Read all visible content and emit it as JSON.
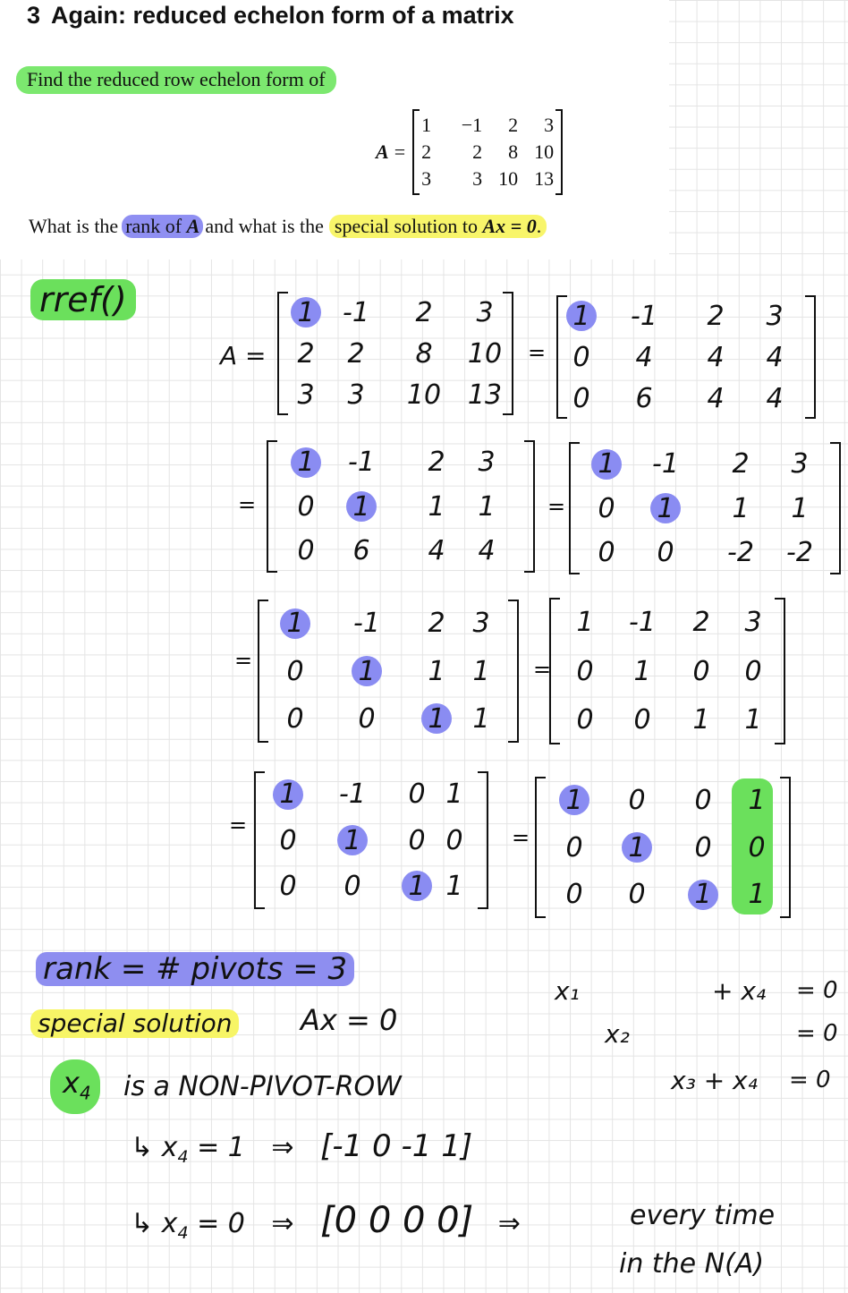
{
  "heading": {
    "number": "3",
    "title": "Again: reduced echelon form of a matrix"
  },
  "prompt": "Find the reduced row echelon form of",
  "printed_matrix": {
    "name": "A",
    "equals": "=",
    "rows": [
      [
        "1",
        "−1",
        "2",
        "3"
      ],
      [
        "2",
        "2",
        "8",
        "10"
      ],
      [
        "3",
        "3",
        "10",
        "13"
      ]
    ]
  },
  "question": {
    "part1": "What is the",
    "rank_prefix": "rank of ",
    "rank_var": "A",
    "part2": "and what is the",
    "special_prefix": "special solution to ",
    "special_eq": "Ax = 0",
    "end": "."
  },
  "notes": {
    "rref_label": "rref()",
    "a_eq": "A =",
    "eq": "=",
    "rank_line": "rank = # pivots = 3",
    "special_solution": "special solution",
    "ax_eq_0": "Ax = 0",
    "x4": "x",
    "x4_sub": "4",
    "nonpivot": "is a NON-PIVOT-ROW",
    "case1_arrow": "↳ x",
    "case1_sub": "4",
    "case1_val": "= 1",
    "case1_implies": "⇒",
    "case1_vec": "[-1 0 -1 1]",
    "case2_arrow": "↳ x",
    "case2_sub": "4",
    "case2_val": "= 0",
    "case2_implies": "⇒",
    "case2_vec": "[0 0 0 0]",
    "case2_implies2": "⇒",
    "every_time": "every time",
    "in_null": "in the N(A)",
    "sys": [
      {
        "left": "x₁",
        "mid": "+ x₄",
        "right": "= 0"
      },
      {
        "left": "x₂",
        "mid": "",
        "right": "= 0"
      },
      {
        "left": "x₃ + x₄",
        "mid": "",
        "right": "= 0"
      }
    ]
  },
  "steps": [
    {
      "rows": [
        [
          "1",
          "-1",
          "2",
          "3"
        ],
        [
          "2",
          "2",
          "8",
          "10"
        ],
        [
          "3",
          "3",
          "10",
          "13"
        ]
      ],
      "pivots": [
        [
          0,
          0
        ]
      ]
    },
    {
      "rows": [
        [
          "1",
          "-1",
          "2",
          "3"
        ],
        [
          "0",
          "4",
          "4",
          "4"
        ],
        [
          "0",
          "6",
          "4",
          "4"
        ]
      ],
      "pivots": [
        [
          0,
          0
        ]
      ]
    },
    {
      "rows": [
        [
          "1",
          "-1",
          "2",
          "3"
        ],
        [
          "0",
          "1",
          "1",
          "1"
        ],
        [
          "0",
          "6",
          "4",
          "4"
        ]
      ],
      "pivots": [
        [
          0,
          0
        ],
        [
          1,
          1
        ]
      ]
    },
    {
      "rows": [
        [
          "1",
          "-1",
          "2",
          "3"
        ],
        [
          "0",
          "1",
          "1",
          "1"
        ],
        [
          "0",
          "0",
          "-2",
          "-2"
        ]
      ],
      "pivots": [
        [
          0,
          0
        ],
        [
          1,
          1
        ]
      ]
    },
    {
      "rows": [
        [
          "1",
          "-1",
          "2",
          "3"
        ],
        [
          "0",
          "1",
          "1",
          "1"
        ],
        [
          "0",
          "0",
          "1",
          "1"
        ]
      ],
      "pivots": [
        [
          0,
          0
        ],
        [
          1,
          1
        ],
        [
          2,
          2
        ]
      ]
    },
    {
      "rows": [
        [
          "1",
          "-1",
          "2",
          "3"
        ],
        [
          "0",
          "1",
          "0",
          "0"
        ],
        [
          "0",
          "0",
          "1",
          "1"
        ]
      ],
      "pivots": []
    },
    {
      "rows": [
        [
          "1",
          "-1",
          "0",
          "1"
        ],
        [
          "0",
          "1",
          "0",
          "0"
        ],
        [
          "0",
          "0",
          "1",
          "1"
        ]
      ],
      "pivots": [
        [
          0,
          0
        ],
        [
          1,
          1
        ],
        [
          2,
          2
        ]
      ]
    },
    {
      "rows": [
        [
          "1",
          "0",
          "0",
          "1"
        ],
        [
          "0",
          "1",
          "0",
          "0"
        ],
        [
          "0",
          "0",
          "1",
          "1"
        ]
      ],
      "pivots": [
        [
          0,
          0
        ],
        [
          1,
          1
        ],
        [
          2,
          2
        ]
      ]
    }
  ],
  "colors": {
    "green": "#6be05c",
    "blue": "#8a8cf2",
    "yellow": "#f7f566"
  }
}
